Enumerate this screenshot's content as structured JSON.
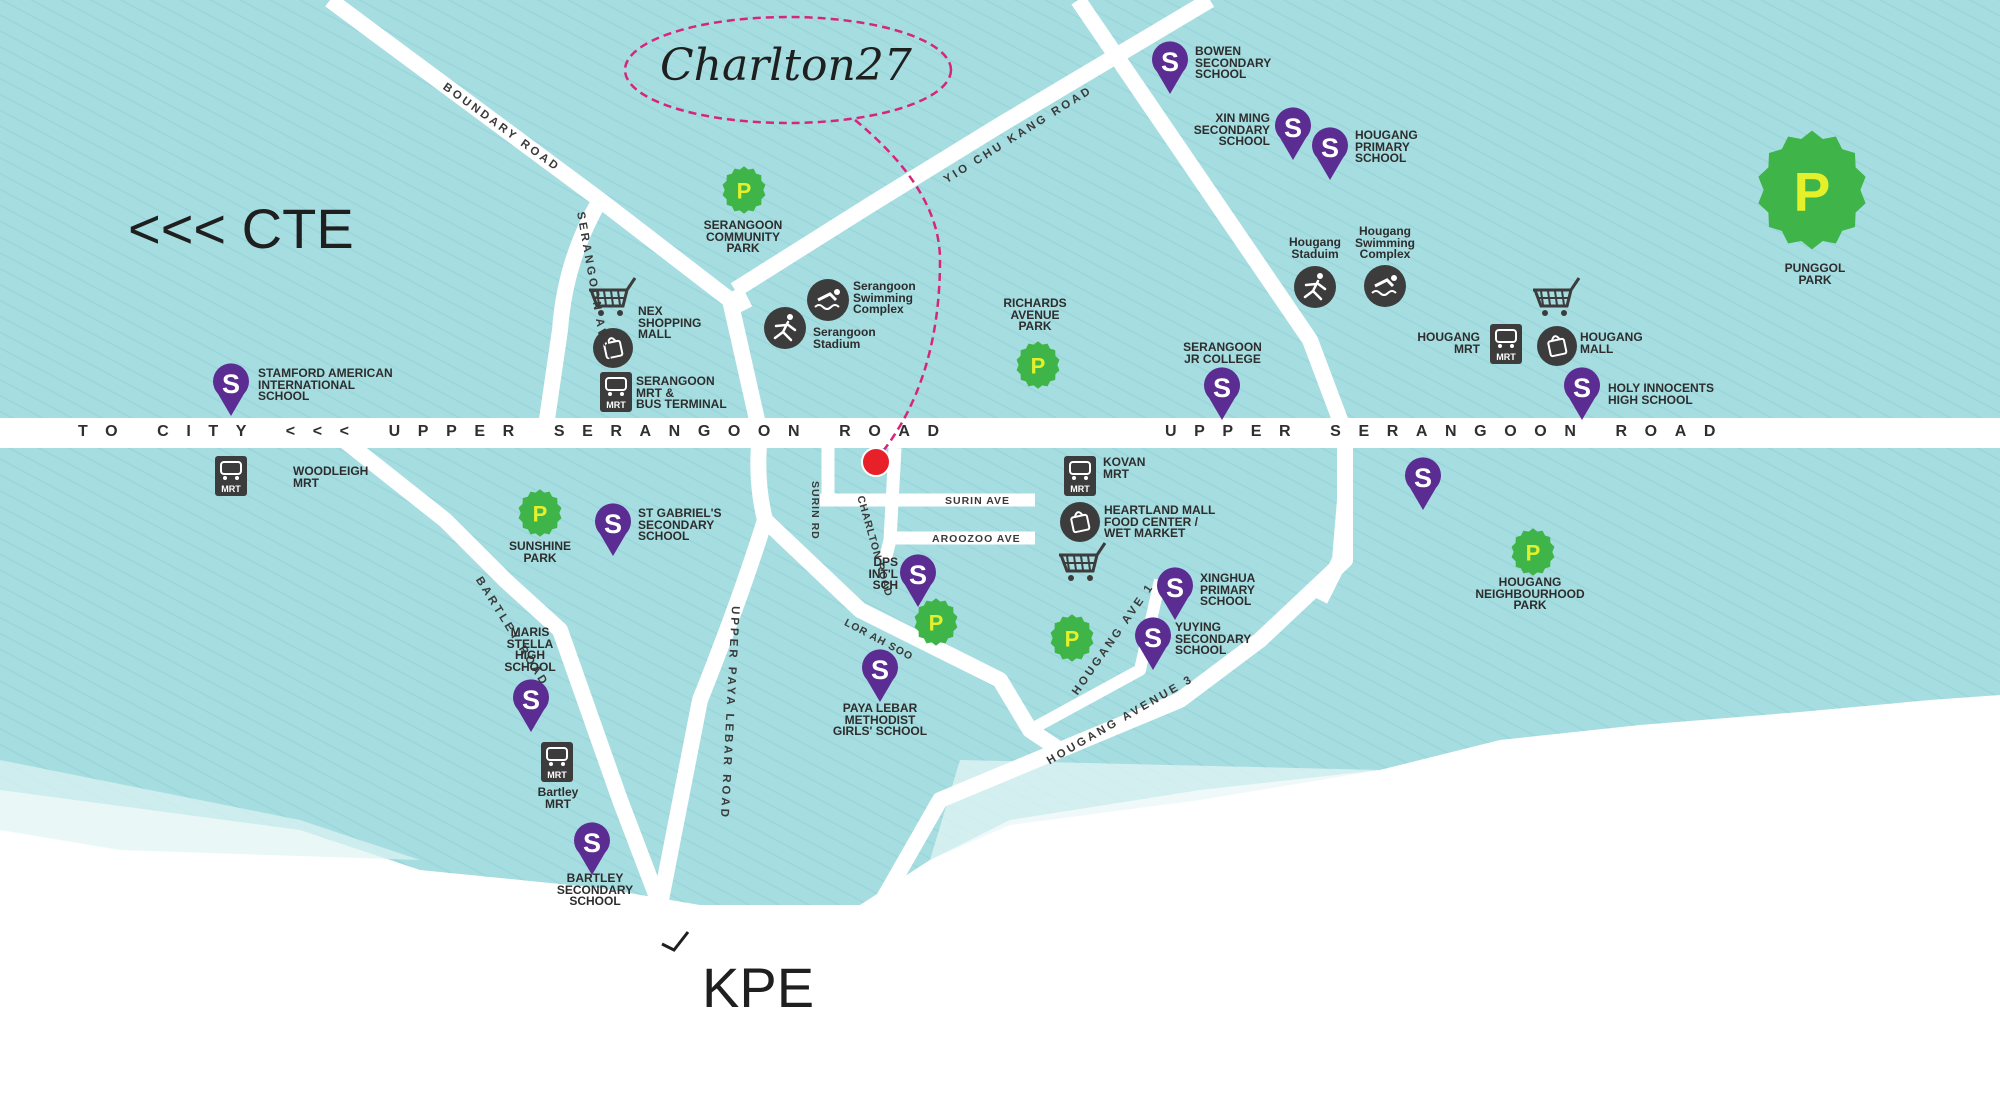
{
  "brand": {
    "logo_text": "Charlton27",
    "accent": "#d6257c",
    "site_marker_color": "#e8202a"
  },
  "colors": {
    "water": "#a6dde0",
    "road": "#ffffff",
    "school_pin": "#5b2c91",
    "park": "#3fb549",
    "park_letter": "#e3f02a",
    "facility": "#3c3c3c"
  },
  "highways": {
    "cte": "<<< CTE",
    "kpe": "KPE"
  },
  "roads": {
    "main_left": "TO CITY <<< UPPER SERANGOON ROAD",
    "main_right": "UPPER SERANGOON ROAD",
    "boundary": "BOUNDARY ROAD",
    "yio_chu_kang": "YIO CHU KANG ROAD",
    "serangoon_ave2": "SERANGOON AVE 2",
    "bartley": "BARTLEY ROAD",
    "upper_paya_lebar": "UPPER PAYA LEBAR ROAD",
    "lor_ah_soo": "LOR AH SOO",
    "hougang_ave1": "HOUGANG AVE 1",
    "hougang_ave3": "HOUGANG AVENUE 3",
    "surin_rd": "SURIN RD",
    "charlton_road": "CHARLTON ROAD",
    "surin_ave": "SURIN AVE",
    "aroozoo_ave": "AROOZOO AVE"
  },
  "schools": [
    {
      "label": "BOWEN\nSECONDARY\nSCHOOL",
      "icon": "school-pin-icon",
      "letter": "S"
    },
    {
      "label": "XIN MING\nSECONDARY\nSCHOOL",
      "icon": "school-pin-icon",
      "letter": "S"
    },
    {
      "label": "HOUGANG\nPRIMARY\nSCHOOL",
      "icon": "school-pin-icon",
      "letter": "S"
    },
    {
      "label": "STAMFORD AMERICAN\nINTERNATIONAL\nSCHOOL",
      "icon": "school-pin-icon",
      "letter": "S"
    },
    {
      "label": "SERANGOON\nJR COLLEGE",
      "icon": "school-pin-icon",
      "letter": "S"
    },
    {
      "label": "HOLY INNOCENTS\nHIGH SCHOOL",
      "icon": "school-pin-icon",
      "letter": "S"
    },
    {
      "label": "",
      "icon": "school-pin-icon",
      "letter": "S"
    },
    {
      "label": "ST GABRIEL'S\nSECONDARY\nSCHOOL",
      "icon": "school-pin-icon",
      "letter": "S"
    },
    {
      "label": "DPS\nINT'L\nSCH",
      "icon": "school-pin-icon",
      "letter": "S"
    },
    {
      "label": "XINGHUA\nPRIMARY\nSCHOOL",
      "icon": "school-pin-icon",
      "letter": "S"
    },
    {
      "label": "YUYING\nSECONDARY\nSCHOOL",
      "icon": "school-pin-icon",
      "letter": "S"
    },
    {
      "label": "MARIS\nSTELLA\nHIGH\nSCHOOL",
      "icon": "school-pin-icon",
      "letter": "S"
    },
    {
      "label": "PAYA LEBAR\nMETHODIST\nGIRLS' SCHOOL",
      "icon": "school-pin-icon",
      "letter": "S"
    },
    {
      "label": "BARTLEY\nSECONDARY\nSCHOOL",
      "icon": "school-pin-icon",
      "letter": "S"
    }
  ],
  "parks": [
    {
      "label": "SERANGOON\nCOMMUNITY\nPARK",
      "icon": "park-leaf-icon",
      "letter": "P"
    },
    {
      "label": "RICHARDS\nAVENUE\nPARK",
      "icon": "park-leaf-icon",
      "letter": "P"
    },
    {
      "label": "PUNGGOL\nPARK",
      "icon": "park-leaf-icon",
      "letter": "P"
    },
    {
      "label": "SUNSHINE\nPARK",
      "icon": "park-leaf-icon",
      "letter": "P"
    },
    {
      "label": "HOUGANG\nNEIGHBOURHOOD\nPARK",
      "icon": "park-leaf-icon",
      "letter": "P"
    },
    {
      "label": "",
      "icon": "park-leaf-icon",
      "letter": "P"
    },
    {
      "label": "",
      "icon": "park-leaf-icon",
      "letter": "P"
    }
  ],
  "mrt": [
    {
      "label": "SERANGOON\nMRT &\nBUS TERMINAL",
      "icon": "mrt-train-icon",
      "badge": "MRT"
    },
    {
      "label": "WOODLEIGH\nMRT",
      "icon": "mrt-train-icon",
      "badge": "MRT"
    },
    {
      "label": "HOUGANG\nMRT",
      "icon": "mrt-train-icon",
      "badge": "MRT"
    },
    {
      "label": "KOVAN\nMRT",
      "icon": "mrt-train-icon",
      "badge": "MRT"
    },
    {
      "label": "Bartley\nMRT",
      "icon": "mrt-train-icon",
      "badge": "MRT"
    }
  ],
  "shopping": [
    {
      "label": "NEX\nSHOPPING\nMALL",
      "icon": "shopping-bag-icon"
    },
    {
      "label": "HOUGANG\nMALL",
      "icon": "shopping-bag-icon"
    },
    {
      "label": "HEARTLAND MALL\nFOOD CENTER /\nWET MARKET",
      "icon": "shopping-bag-icon"
    }
  ],
  "carts": [
    {
      "icon": "shopping-cart-icon"
    },
    {
      "icon": "shopping-cart-icon"
    },
    {
      "icon": "shopping-cart-icon"
    }
  ],
  "sports": [
    {
      "label": "Serangoon\nSwimming\nComplex",
      "icon": "swimming-icon"
    },
    {
      "label": "Serangoon\nStadium",
      "icon": "running-icon"
    },
    {
      "label": "Hougang\nStaduim",
      "icon": "running-icon"
    },
    {
      "label": "Hougang\nSwimming\nComplex",
      "icon": "swimming-icon"
    }
  ]
}
